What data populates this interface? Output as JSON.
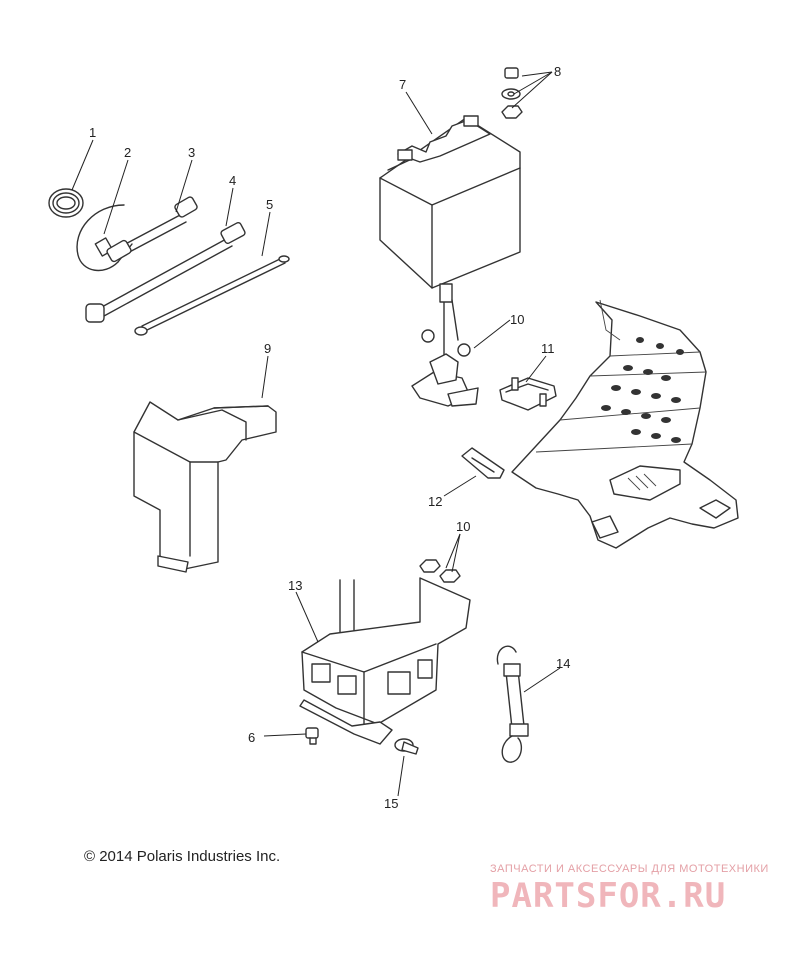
{
  "diagram": {
    "callouts": [
      "1",
      "2",
      "3",
      "4",
      "5",
      "6",
      "7",
      "8",
      "9",
      "10",
      "11",
      "12",
      "13",
      "10",
      "14",
      "15"
    ]
  },
  "footer": {
    "copyright": "© 2014 Polaris Industries Inc."
  },
  "watermark": {
    "tagline": "ЗАПЧАСТИ И АКСЕССУАРЫ ДЛЯ МОТОТЕХНИКИ",
    "logo": "PARTSFOR.RU"
  },
  "colors": {
    "line": "#333333",
    "watermark": "#f0b6bb"
  }
}
